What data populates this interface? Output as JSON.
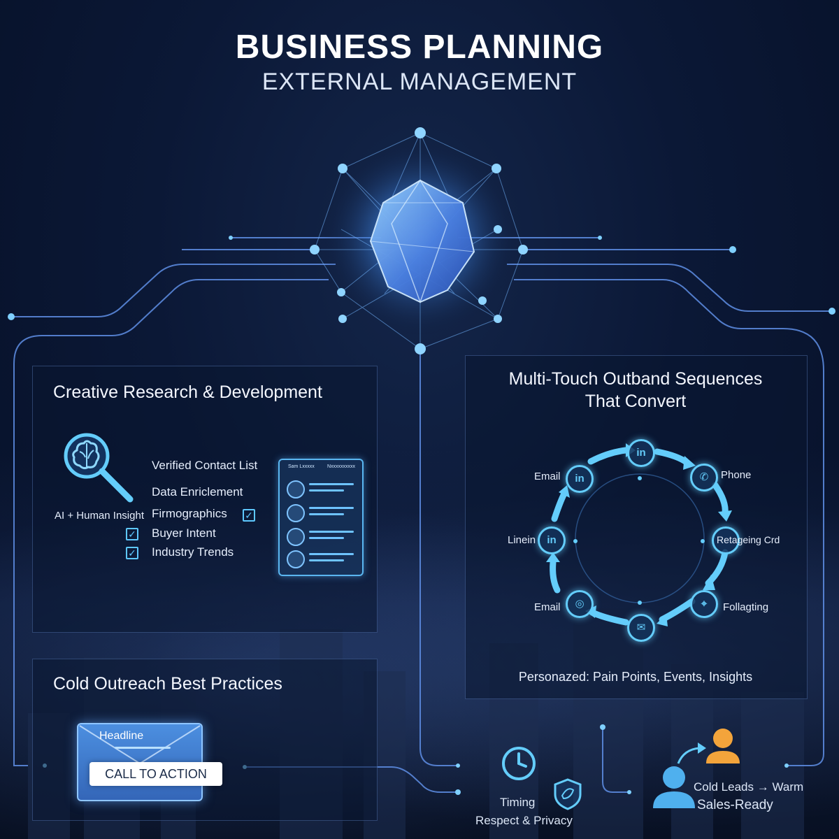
{
  "header": {
    "title": "BUSINESS PLANNING",
    "subtitle": "EXTERNAL MANAGEMENT"
  },
  "research_panel": {
    "title": "Creative Research & Development",
    "icon": "brain-magnifier-icon",
    "ai_label": "AI + Human Insight",
    "items": {
      "verified": "Verified Contact List",
      "enrichment": "Data Enriclement",
      "firmographics": "Firmographics",
      "buyer_intent": "Buyer Intent",
      "industry_trends": "Industry Trends"
    },
    "card": {
      "col1": "Sam Lxxxxx",
      "col2": "Nxxxxxxxxxx"
    }
  },
  "sequences_panel": {
    "title_line1": "Multi-Touch Outband Sequences",
    "title_line2": "That Convert",
    "nodes": {
      "top": "in",
      "email_top": "Email",
      "phone": "Phone",
      "linkedin_left": "Linein",
      "retargeting": "Retageing Crd",
      "email_bottom": "Email",
      "following": "Follagting"
    },
    "personalized": "Personazed: Pain Points, Events, Insights"
  },
  "outreach_panel": {
    "title": "Cold Outreach Best Practices",
    "email_headline": "Headline",
    "cta": "CALL TO ACTION"
  },
  "footer": {
    "timing": "Timing",
    "privacy": "Respect & Privacy",
    "leads_line1": "Cold Leads → Warm",
    "leads_line2": "Sales-Ready"
  },
  "colors": {
    "accent": "#64cdfb",
    "background": "#0b1836",
    "gem": "#6fb6ff",
    "person_orange": "#f3a43b"
  }
}
